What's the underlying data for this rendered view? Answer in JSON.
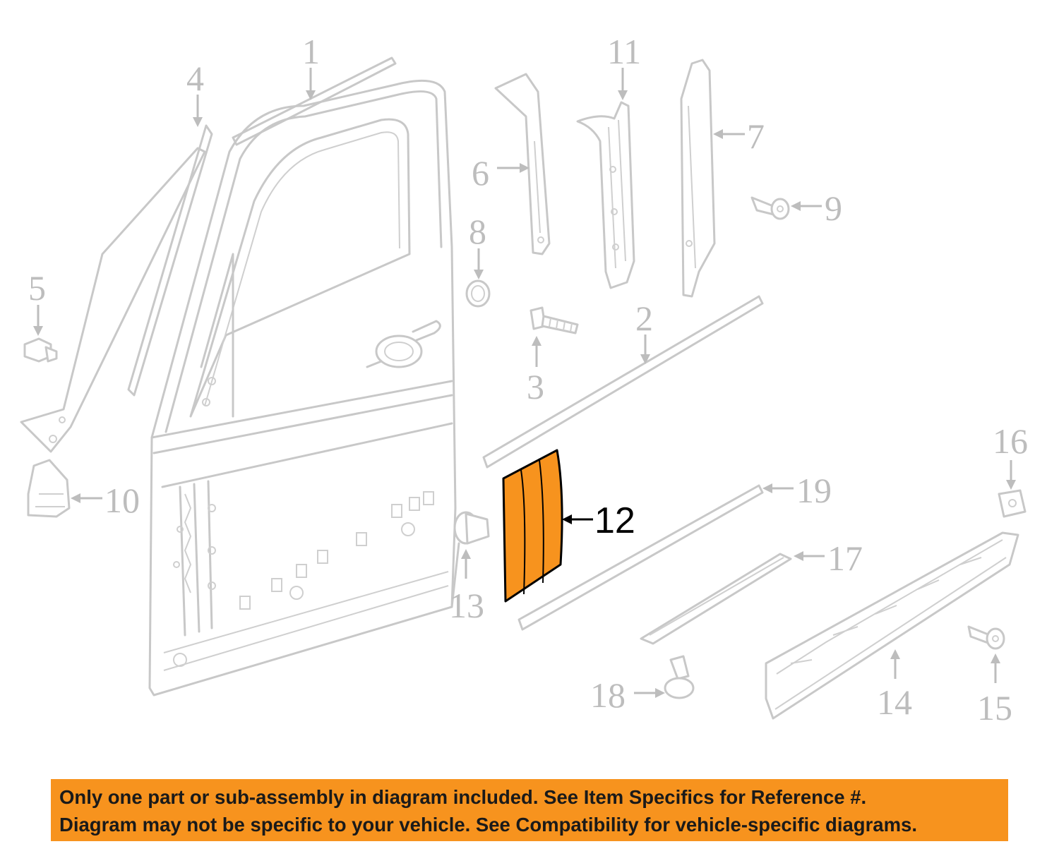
{
  "diagram": {
    "highlight_color": "#f7931e",
    "highlighted_part": "12",
    "callouts": [
      "1",
      "2",
      "3",
      "4",
      "5",
      "6",
      "7",
      "8",
      "9",
      "10",
      "11",
      "12",
      "13",
      "14",
      "15",
      "16",
      "17",
      "18",
      "19"
    ]
  },
  "banner": {
    "line1": "Only one part or sub-assembly in diagram included. See Item Specifics for Reference #.",
    "line2": "Diagram may not be specific to your vehicle. See Compatibility for vehicle-specific diagrams.",
    "color": "#f7931e"
  }
}
